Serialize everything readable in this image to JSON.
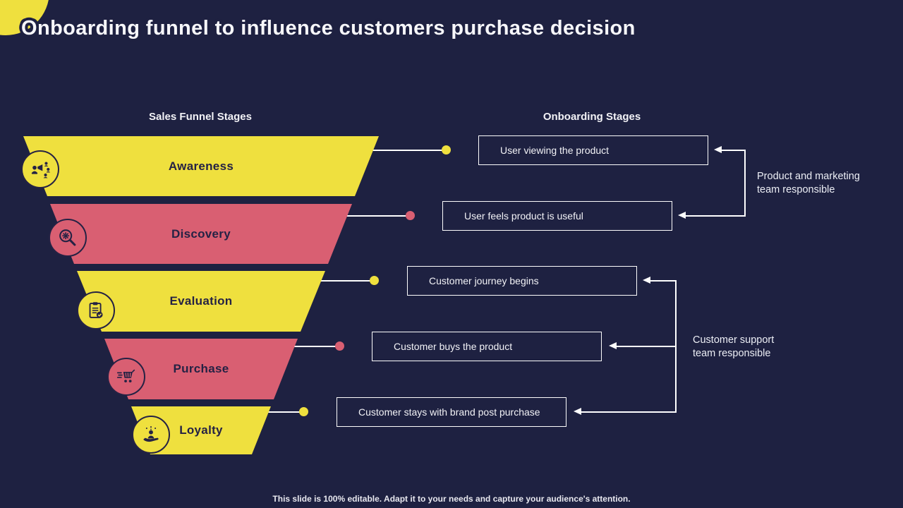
{
  "slide": {
    "title": "Onboarding funnel to influence customers purchase decision",
    "footer": "This slide is 100% editable. Adapt it to your needs and capture your audience's attention."
  },
  "columns": {
    "left_header": "Sales Funnel Stages",
    "right_header": "Onboarding Stages"
  },
  "funnel": {
    "stages": [
      {
        "label": "Awareness",
        "color": "#EFE03E",
        "icon": "megaphone-audience-icon"
      },
      {
        "label": "Discovery",
        "color": "#D95F72",
        "icon": "search-gear-icon"
      },
      {
        "label": "Evaluation",
        "color": "#EFE03E",
        "icon": "clipboard-check-icon"
      },
      {
        "label": "Purchase",
        "color": "#D95F72",
        "icon": "shopping-cart-icon"
      },
      {
        "label": "Loyalty",
        "color": "#EFE03E",
        "icon": "hand-customer-icon"
      }
    ]
  },
  "onboarding": {
    "boxes": [
      {
        "label": "User viewing the product",
        "dot_color": "#EFE03E"
      },
      {
        "label": "User feels product is useful",
        "dot_color": "#D95F72"
      },
      {
        "label": "Customer journey begins",
        "dot_color": "#EFE03E"
      },
      {
        "label": "Customer buys the product",
        "dot_color": "#D95F72"
      },
      {
        "label": "Customer stays with brand post purchase",
        "dot_color": "#EFE03E"
      }
    ]
  },
  "annotations": {
    "product_marketing": {
      "line1": "Product and marketing",
      "line2": "team responsible"
    },
    "customer_support": {
      "line1": "Customer support",
      "line2": "team responsible"
    }
  },
  "colors": {
    "background": "#1E2141",
    "yellow": "#EFE03E",
    "pink": "#D95F72",
    "dark_text": "#252244",
    "light_text": "#F2F2F6",
    "connector": "#FFFFFF"
  }
}
